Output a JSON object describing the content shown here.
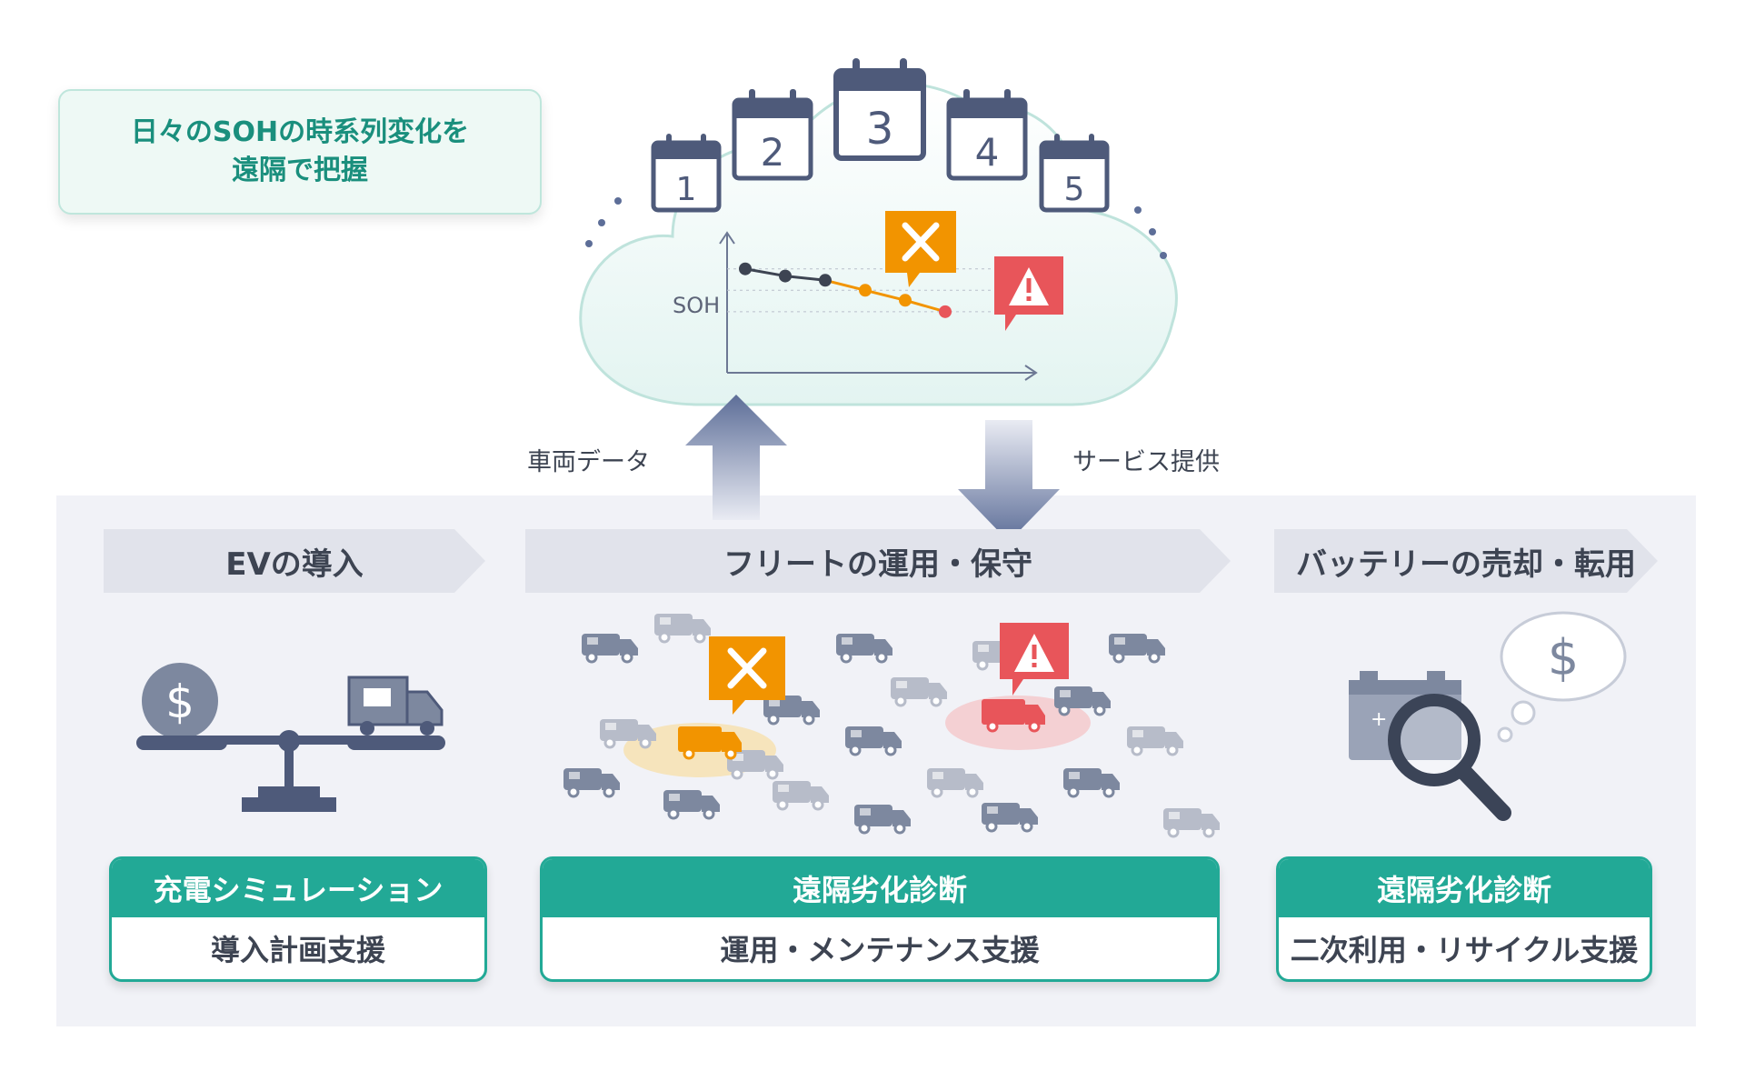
{
  "callout": {
    "line1": "日々のSOHの時系列変化を",
    "line2": "遠隔で把握"
  },
  "cloud": {
    "calendar_days": [
      "1",
      "2",
      "3",
      "4",
      "5"
    ],
    "chart_axis_label": "SOH"
  },
  "chart_data": {
    "type": "line",
    "ylabel": "SOH",
    "xlabel": "",
    "x": [
      1,
      2,
      3,
      4,
      5,
      6
    ],
    "series": [
      {
        "values": [
          6.0,
          5.5,
          5.2,
          4.5,
          3.8,
          3.0
        ],
        "point_colors": [
          "#3d4452",
          "#3d4452",
          "#3d4452",
          "#f29400",
          "#f29400",
          "#e8555a"
        ]
      }
    ],
    "grid": true
  },
  "flows": {
    "up_label": "車両データ",
    "down_label": "サービス提供"
  },
  "stages": [
    {
      "title": "EVの導入",
      "card_top": "充電シミュレーション",
      "card_bottom": "導入計画支援"
    },
    {
      "title": "フリートの運用・保守",
      "card_top": "遠隔劣化診断",
      "card_bottom": "運用・メンテナンス支援"
    },
    {
      "title": "バッテリーの売却・転用",
      "card_top": "遠隔劣化診断",
      "card_bottom": "二次利用・リサイクル支援"
    }
  ],
  "icons": {
    "coin": "dollar-coin-icon",
    "thought_bubble_symbol": "$",
    "warning_color": "#e8555a",
    "maintenance_color": "#f29400",
    "accent": "#22a996"
  }
}
